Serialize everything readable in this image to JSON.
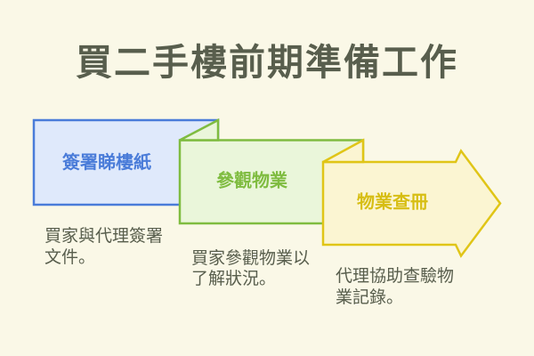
{
  "title": "買二手樓前期準備工作",
  "colors": {
    "background": "#FAF8E7",
    "title_text": "#585E4D",
    "description_text": "#585E4D",
    "step1_fill": "#DFE9FB",
    "step1_border": "#4A7CD9",
    "step2_fill": "#EAF6DA",
    "step2_border": "#7FBC40",
    "step3_fill": "#FBF5D2",
    "step3_border": "#E0C517",
    "step3_label": "#D7BE14"
  },
  "steps": [
    {
      "label": "簽署睇樓紙",
      "description_line1": "買家與代理簽署",
      "description_line2": "文件。"
    },
    {
      "label": "參觀物業",
      "description_line1": "買家參觀物業以",
      "description_line2": "了解狀況。"
    },
    {
      "label": "物業查冊",
      "description_line1": "代理協助查驗物",
      "description_line2": "業記錄。"
    }
  ]
}
